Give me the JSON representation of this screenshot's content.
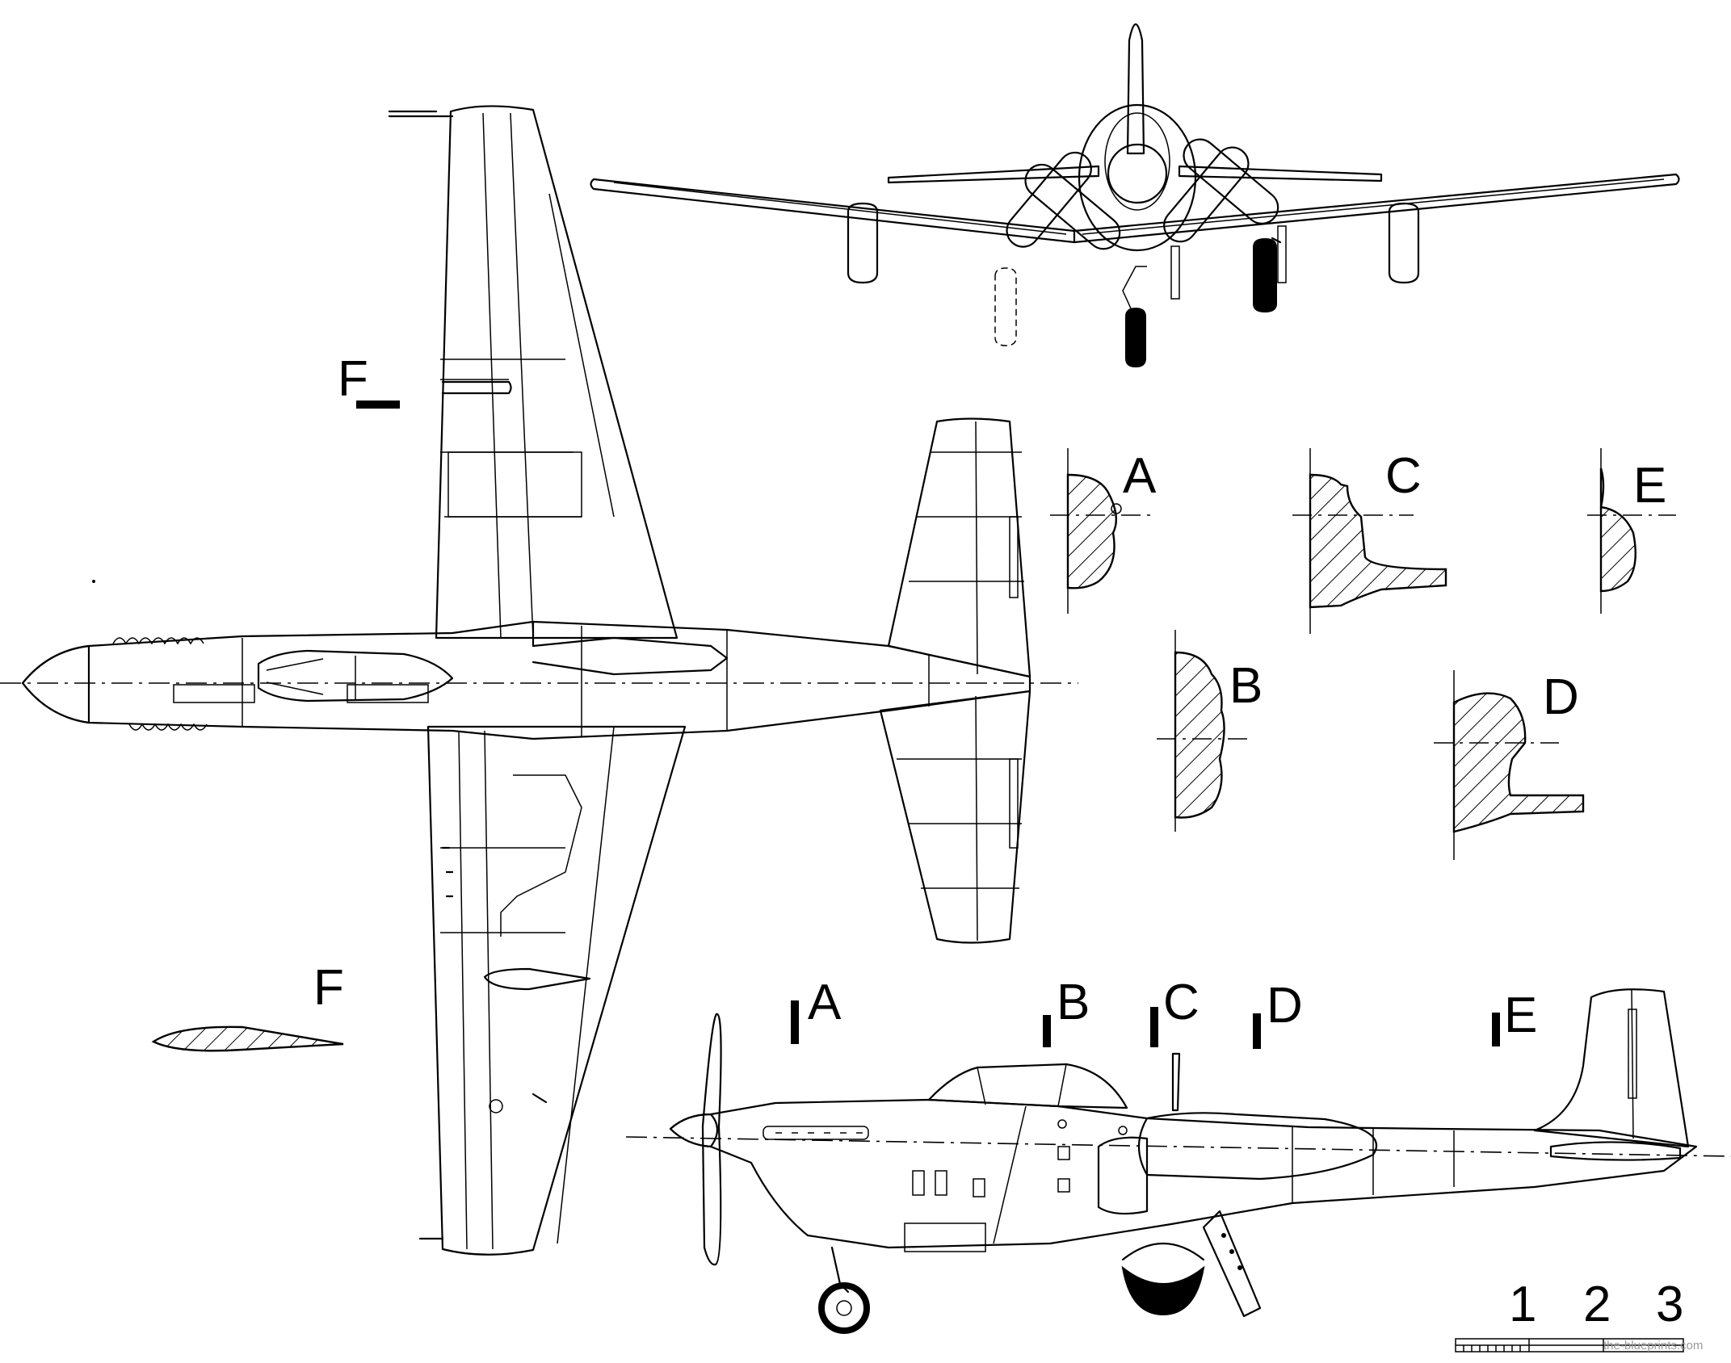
{
  "drawing": {
    "views": [
      "top-view",
      "front-view",
      "side-view"
    ],
    "section_labels": {
      "a": "A",
      "b": "B",
      "c": "C",
      "d": "D",
      "e": "E",
      "f": "F"
    },
    "scale_bar": {
      "ticks": [
        "1",
        "2",
        "3"
      ]
    },
    "watermark": "the-blueprints.com"
  },
  "colors": {
    "ink": "#000000",
    "paper": "#ffffff"
  }
}
